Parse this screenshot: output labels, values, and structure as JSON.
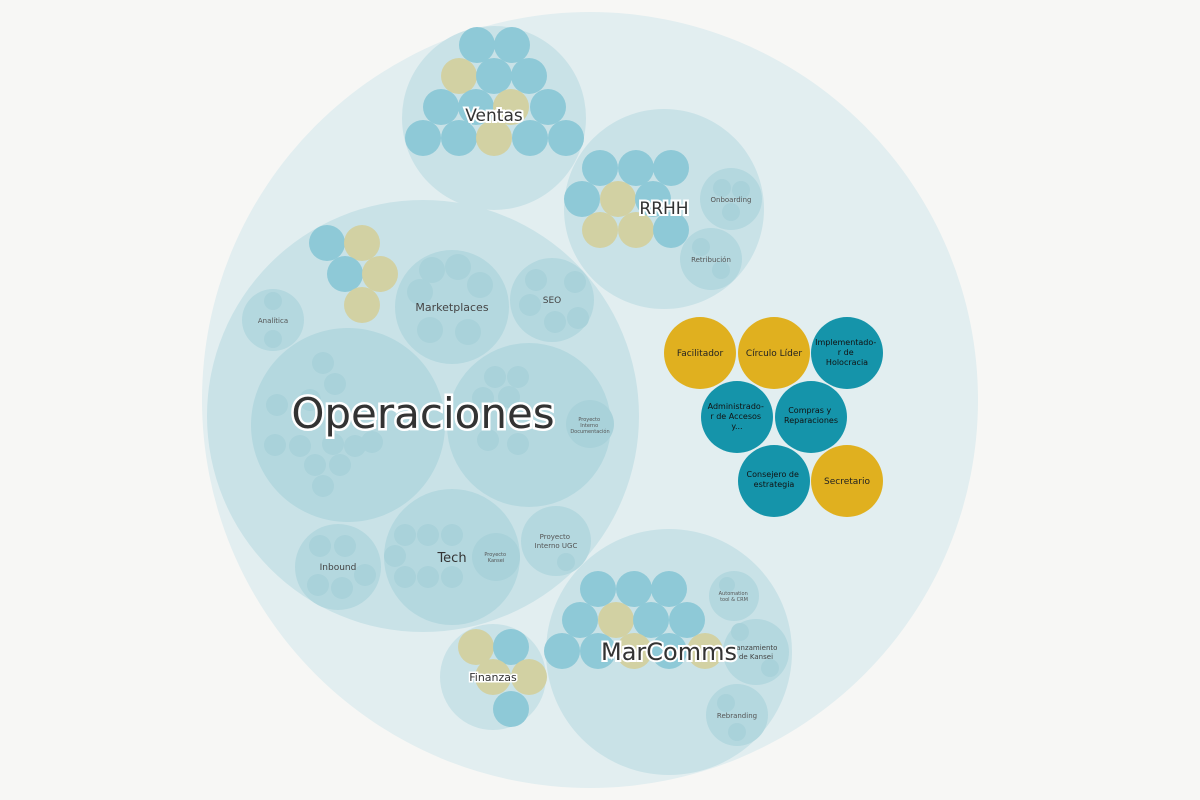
{
  "colors": {
    "background": "#f7f7f5",
    "outer": "#e2eef0",
    "group": "#c9e2e7",
    "subgroup": "#b4d8df",
    "inner_faint": "#a9d2da",
    "member_blue": "#8ec9d7",
    "member_olive": "#d2d1a3",
    "role_gold": "#e0b01f",
    "role_teal": "#1594aa",
    "label_dark": "#333333"
  },
  "circles": {
    "ventas": {
      "label": "Ventas"
    },
    "rrhh": {
      "label": "RRHH"
    },
    "onboarding": {
      "label": "Onboarding"
    },
    "retribucion": {
      "label": "Retribución"
    },
    "operaciones": {
      "label": "Operaciones"
    },
    "marketplaces": {
      "label": "Marketplaces"
    },
    "seo": {
      "label": "SEO"
    },
    "analitica": {
      "label": "Analítica"
    },
    "proyecto_documentacion": {
      "label": "Proyecto Interno Documentación"
    },
    "inbound": {
      "label": "Inbound"
    },
    "tech": {
      "label": "Tech"
    },
    "proyecto_kansei": {
      "label": "Proyecto Kansei"
    },
    "proyecto_ugc": {
      "label": "Proyecto Interno UGC"
    },
    "finanzas": {
      "label": "Finanzas"
    },
    "marcomms": {
      "label": "MarComms"
    },
    "automation": {
      "label": "Automation tool & CRM"
    },
    "lanzamiento": {
      "label": "Lanzamiento de Kansei"
    },
    "rebranding": {
      "label": "Rebranding"
    }
  },
  "roles": {
    "facilitador": {
      "label": "Facilitador"
    },
    "circulo_lider": {
      "label": "Círculo Líder"
    },
    "implementador": {
      "label": "Implementador de Holocracia"
    },
    "administrador": {
      "label": "Administrador de Accesos y..."
    },
    "compras": {
      "label": "Compras y Reparaciones"
    },
    "consejero": {
      "label": "Consejero de estrategia"
    },
    "secretario": {
      "label": "Secretario"
    }
  }
}
